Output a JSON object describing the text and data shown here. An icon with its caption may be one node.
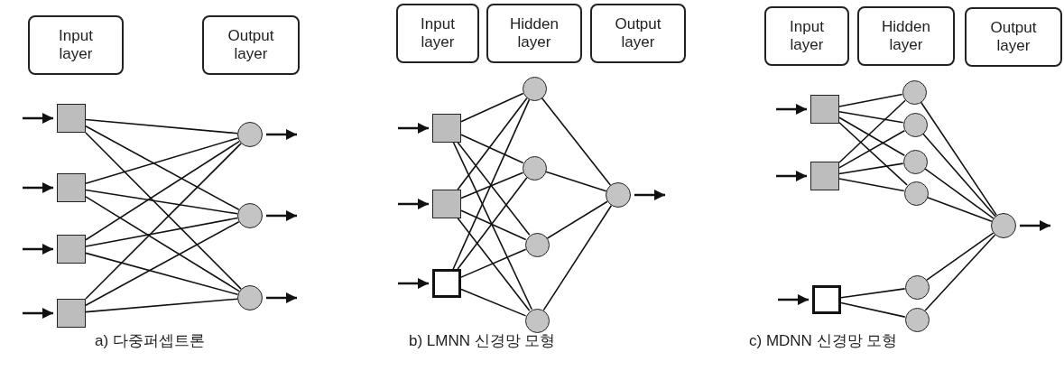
{
  "diagram": {
    "nodes": [
      {
        "text": [
          "Input layer"
        ]
      },
      {
        "text": [
          "Output layer"
        ]
      },
      {
        "text": [],
        "shape": "box"
      },
      {
        "text": [],
        "shape": "box"
      },
      {
        "text": [],
        "shape": "box"
      },
      {
        "text": [],
        "shape": "box"
      },
      {
        "text": [],
        "shape": "circle"
      },
      {
        "text": [],
        "shape": "circle"
      },
      {
        "text": [],
        "shape": "circle"
      },
      {
        "text": [
          "Input layer"
        ]
      },
      {
        "text": [
          "Hidden layer"
        ]
      },
      {
        "text": [
          "Output layer"
        ]
      },
      {
        "text": [],
        "shape": "box"
      },
      {
        "text": [],
        "shape": "box"
      },
      {
        "text": [],
        "shape": "square"
      },
      {
        "text": [],
        "shape": "circle"
      },
      {
        "text": [],
        "shape": "circle"
      },
      {
        "text": [],
        "shape": "circle"
      },
      {
        "text": [],
        "shape": "circle"
      },
      {
        "text": [],
        "shape": "circle"
      },
      {
        "text": [
          "Input layer"
        ]
      },
      {
        "text": [
          "Hidden layer"
        ]
      },
      {
        "text": [
          "Output layer"
        ]
      },
      {
        "text": [],
        "shape": "box"
      },
      {
        "text": [],
        "shape": "box"
      },
      {
        "text": [],
        "shape": "square"
      },
      {
        "text": [],
        "shape": "circle"
      },
      {
        "text": [],
        "shape": "circle"
      },
      {
        "text": [],
        "shape": "circle"
      },
      {
        "text": [],
        "shape": "circle"
      },
      {
        "text": [],
        "shape": "circle"
      },
      {
        "text": [],
        "shape": "circle"
      },
      {
        "text": [],
        "shape": "circle"
      }
    ],
    "edges": [
      {
        "from": null,
        "to": 2,
        "arrow": "to"
      },
      {
        "from": null,
        "to": 3,
        "arrow": "to"
      },
      {
        "from": null,
        "to": 4,
        "arrow": "to"
      },
      {
        "from": null,
        "to": 5,
        "arrow": "to"
      },
      {
        "from": 2,
        "to": 6,
        "arrow": "none"
      },
      {
        "from": 2,
        "to": 7,
        "arrow": "none"
      },
      {
        "from": 2,
        "to": 8,
        "arrow": "none"
      },
      {
        "from": 3,
        "to": 6,
        "arrow": "none"
      },
      {
        "from": 3,
        "to": 7,
        "arrow": "none"
      },
      {
        "from": 3,
        "to": 8,
        "arrow": "none"
      },
      {
        "from": 4,
        "to": 6,
        "arrow": "none"
      },
      {
        "from": 4,
        "to": 7,
        "arrow": "none"
      },
      {
        "from": 4,
        "to": 8,
        "arrow": "none"
      },
      {
        "from": 5,
        "to": 6,
        "arrow": "none"
      },
      {
        "from": 5,
        "to": 7,
        "arrow": "none"
      },
      {
        "from": 5,
        "to": 8,
        "arrow": "none"
      },
      {
        "from": 6,
        "to": null,
        "arrow": "to"
      },
      {
        "from": 7,
        "to": null,
        "arrow": "to"
      },
      {
        "from": 8,
        "to": null,
        "arrow": "to"
      },
      {
        "from": null,
        "to": 12,
        "arrow": "to"
      },
      {
        "from": null,
        "to": 13,
        "arrow": "to"
      },
      {
        "from": null,
        "to": 14,
        "arrow": "to"
      },
      {
        "from": 12,
        "to": 15,
        "arrow": "none"
      },
      {
        "from": 12,
        "to": 16,
        "arrow": "none"
      },
      {
        "from": 12,
        "to": 17,
        "arrow": "none"
      },
      {
        "from": 12,
        "to": 18,
        "arrow": "none"
      },
      {
        "from": 13,
        "to": 15,
        "arrow": "none"
      },
      {
        "from": 13,
        "to": 16,
        "arrow": "none"
      },
      {
        "from": 13,
        "to": 17,
        "arrow": "none"
      },
      {
        "from": 13,
        "to": 18,
        "arrow": "none"
      },
      {
        "from": 14,
        "to": 15,
        "arrow": "none"
      },
      {
        "from": 14,
        "to": 16,
        "arrow": "none"
      },
      {
        "from": 14,
        "to": 17,
        "arrow": "none"
      },
      {
        "from": 14,
        "to": 18,
        "arrow": "none"
      },
      {
        "from": 15,
        "to": 19,
        "arrow": "none"
      },
      {
        "from": 16,
        "to": 19,
        "arrow": "none"
      },
      {
        "from": 17,
        "to": 19,
        "arrow": "none"
      },
      {
        "from": 18,
        "to": 19,
        "arrow": "none"
      },
      {
        "from": 19,
        "to": null,
        "arrow": "to"
      },
      {
        "from": null,
        "to": 23,
        "arrow": "to"
      },
      {
        "from": null,
        "to": 24,
        "arrow": "to"
      },
      {
        "from": null,
        "to": 25,
        "arrow": "to"
      },
      {
        "from": 23,
        "to": 26,
        "arrow": "none"
      },
      {
        "from": 23,
        "to": 27,
        "arrow": "none"
      },
      {
        "from": 23,
        "to": 28,
        "arrow": "none"
      },
      {
        "from": 23,
        "to": 29,
        "arrow": "none"
      },
      {
        "from": 24,
        "to": 26,
        "arrow": "none"
      },
      {
        "from": 24,
        "to": 27,
        "arrow": "none"
      },
      {
        "from": 24,
        "to": 28,
        "arrow": "none"
      },
      {
        "from": 24,
        "to": 29,
        "arrow": "none"
      },
      {
        "from": 25,
        "to": 30,
        "arrow": "none"
      },
      {
        "from": 25,
        "to": 31,
        "arrow": "none"
      },
      {
        "from": 26,
        "to": 32,
        "arrow": "none"
      },
      {
        "from": 27,
        "to": 32,
        "arrow": "none"
      },
      {
        "from": 28,
        "to": 32,
        "arrow": "none"
      },
      {
        "from": 29,
        "to": 32,
        "arrow": "none"
      },
      {
        "from": 30,
        "to": 32,
        "arrow": "none"
      },
      {
        "from": 31,
        "to": 32,
        "arrow": "none"
      },
      {
        "from": 32,
        "to": null,
        "arrow": "to"
      }
    ],
    "labels": [
      "a) 다중퍼셉트론",
      "b) LMNN 신경망 모형",
      "c) MDNN 신경망 모형"
    ]
  }
}
